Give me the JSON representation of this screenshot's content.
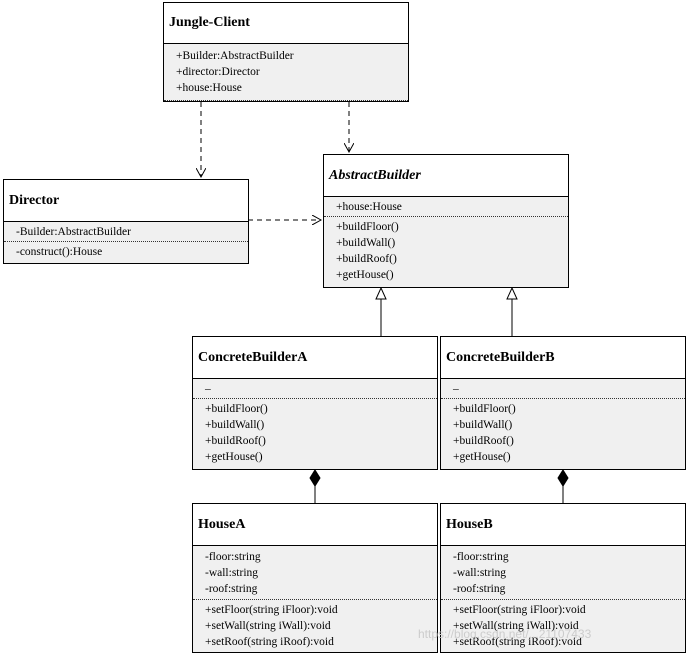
{
  "diagram": {
    "classes": {
      "jungle_client": {
        "name": "Jungle-Client",
        "attributes": [
          "+Builder:AbstractBuilder",
          "+director:Director",
          "+house:House"
        ]
      },
      "director": {
        "name": "Director",
        "attributes": [
          "-Builder:AbstractBuilder"
        ],
        "operations": [
          "-construct():House"
        ]
      },
      "abstract_builder": {
        "name": "AbstractBuilder",
        "attributes": [
          "+house:House"
        ],
        "operations": [
          "+buildFloor()",
          "+buildWall()",
          "+buildRoof()",
          "+getHouse()"
        ]
      },
      "concrete_builder_a": {
        "name": "ConcreteBuilderA",
        "attributes": [
          "–"
        ],
        "operations": [
          "+buildFloor()",
          "+buildWall()",
          "+buildRoof()",
          "+getHouse()"
        ]
      },
      "concrete_builder_b": {
        "name": "ConcreteBuilderB",
        "attributes": [
          "–"
        ],
        "operations": [
          "+buildFloor()",
          "+buildWall()",
          "+buildRoof()",
          "+getHouse()"
        ]
      },
      "house_a": {
        "name": "HouseA",
        "attributes": [
          "-floor:string",
          "-wall:string",
          "-roof:string"
        ],
        "operations": [
          "+setFloor(string iFloor):void",
          "+setWall(string iWall):void",
          "+setRoof(string iRoof):void"
        ]
      },
      "house_b": {
        "name": "HouseB",
        "attributes": [
          "-floor:string",
          "-wall:string",
          "-roof:string"
        ],
        "operations": [
          "+setFloor(string iFloor):void",
          "+setWall(string iWall):void",
          "+setRoof(string iRoof):void"
        ]
      }
    },
    "watermark": "https://blog.csdn.net/...21107433"
  }
}
